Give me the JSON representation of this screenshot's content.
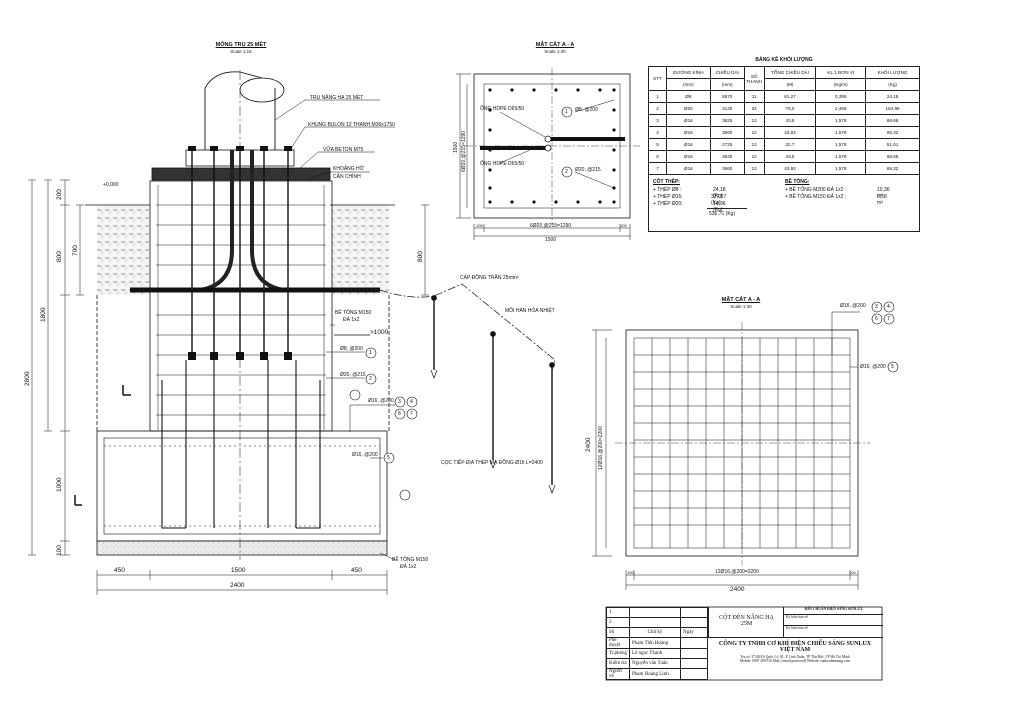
{
  "titles": {
    "main": "MÓNG TRỤ 25 MÉT",
    "main_scale": "Scale 1:15",
    "section_top": "MẶT CẮT A - A",
    "section_top_scale": "Scale 1:30",
    "section_right": "MẶT CẮT A - A",
    "section_right_scale": "Scale 1:30"
  },
  "main_labels": {
    "pole": "TRỤ NÂNG HẠ 25 MÉT",
    "bolt_frame": "KHUNG BULON 12 THANH M36x1750",
    "grout": "VỮA BETON M75",
    "gap": "KHOẢNG HỞ",
    "gap2": "CĂN CHỈNH",
    "ground_level": "+0,000",
    "copper_cable": "CÁP ĐỒNG TRẦN 25mm²",
    "weld": "MỐI HÀN HÓA NHIỆT",
    "ground_rod": "CỌC TIẾP ĐỊA THÉP MẠ ĐỒNG Ø16 L=2400",
    "concrete_m150_top": "BÊ TÔNG M150",
    "concrete_m150_top2": "ĐÁ 1x2",
    "gt1000": ">1000",
    "rebar_8": "Ø8, @200",
    "rebar_20": "Ø20, @215",
    "rebar_16a": "Ø16, @200",
    "rebar_16b": "Ø16, @200",
    "concrete_m150_bot": "BÊ TÔNG M150",
    "concrete_m150_bot2": "ĐÁ 1x2"
  },
  "main_dims": {
    "h200": "200",
    "h700": "700",
    "h800": "800",
    "h800r": "800",
    "h1800": "1800",
    "h2800": "2800",
    "h1000": "1000",
    "h100": "100",
    "w450a": "450",
    "w1500": "1500",
    "w450b": "450",
    "w2400": "2400"
  },
  "section_top_labels": {
    "hdpe1": "ỐNG HDPE D65/50",
    "hdpe2": "ỐNG HDPE D65/50",
    "r8": "Ø8, @200",
    "r20": "Ø20, @215",
    "dim_bottom": "6Ø20,@215=1290",
    "dim_1500": "1500",
    "dim_left": "1500",
    "dim_left_inner": "6Ø20,@215=1290",
    "d105a": "105",
    "d105b": "105"
  },
  "section_right_labels": {
    "r16a": "Ø16, @200",
    "r16b": "Ø16, @200",
    "dim_2400h": "2400",
    "dim_inner_h": "12Ø16,@200=2200",
    "dim_2400v": "2400",
    "dim_inner_v": "12Ø16,@200=2200",
    "d100a": "100",
    "d100b": "100"
  },
  "callouts": {
    "c1": "1",
    "c2": "2",
    "c3": "3",
    "c4": "4",
    "c5": "5",
    "c6": "6",
    "c7": "7",
    "c8": "8"
  },
  "quantity_table": {
    "title": "BẢNG KÊ KHỐI LƯỢNG",
    "headers": [
      "STT",
      "ĐƯỜNG KÍNH",
      "CHIỀU DÀI",
      "SỐ THANH",
      "TỔNG CHIỀU DÀI",
      "KL 1 ĐƠN VỊ",
      "KHỐI LƯỢNG"
    ],
    "units": [
      "(mm)",
      "(mm)",
      "(M)",
      "(Kg/m)",
      "(Kg)"
    ],
    "rows": [
      [
        "1",
        "Ø8",
        "5570",
        "11",
        "61,27",
        "0,395",
        "24,18"
      ],
      [
        "2",
        "Ø20",
        "3125",
        "24",
        "75,0",
        "2,466",
        "184,96"
      ],
      [
        "3",
        "Ø16",
        "3625",
        "12",
        "43,5",
        "1,578",
        "68,66"
      ],
      [
        "4",
        "Ø16",
        "3660",
        "12",
        "43,92",
        "1,578",
        "69,32"
      ],
      [
        "5",
        "Ø16",
        "2725",
        "12",
        "32,7",
        "1,578",
        "51,61"
      ],
      [
        "6",
        "Ø16",
        "3625",
        "12",
        "43,5",
        "1,578",
        "68,66"
      ],
      [
        "7",
        "Ø16",
        "3660",
        "12",
        "43,92",
        "1,578",
        "69,32"
      ]
    ],
    "steel_title": "CỐT THÉP:",
    "steel": [
      [
        "+ THÉP Ø8 :",
        "24,18 (Kg)"
      ],
      [
        "+ THÉP Ø16:",
        "327,57 (Kg)"
      ],
      [
        "+ THÉP Ø20:",
        "14,96 (Kg)"
      ]
    ],
    "steel_total": "536,71 (Kg)",
    "concrete_title": "BÊ TÔNG:",
    "concrete": [
      [
        "+ BÊ TÔNG M200 ĐÁ 1x2 :",
        "10,36 m³"
      ],
      [
        "+ BÊ TÔNG M150 ĐÁ 1x2 :",
        "0,58 m³"
      ]
    ]
  },
  "title_block": {
    "col_so": "Số",
    "col_chuky": "Chữ ký",
    "col_ngay": "Ngày",
    "rows": [
      [
        "Phê duyệt",
        "Phạm Tiến Hoàng"
      ],
      [
        "Tr.phòng",
        "Lê ngọc Thanh"
      ],
      [
        "Kiểm tra",
        "Nguyễn văn Tuấn"
      ],
      [
        "Người vẽ",
        "Phạm Hoàng Linh"
      ]
    ],
    "drawing_name": "CỘT ĐÈN NÂNG HẠ",
    "drawing_name2": "25M",
    "small1": "BẢN CHUẨN ĐIỆN SẢNG SUNLUX",
    "small2": "Ký hiệu bản vẽ",
    "small3": "Ký hiệu bản vẽ",
    "company": "CÔNG TY TNHH CƠ KHÍ ĐIỆN CHIẾU SÁNG SUNLUX",
    "country": "VIỆT NAM",
    "addr": "Trụ sở: 27/40/4A Quốc Lộ 1K, P. Linh Xuân, TP Thủ Đức, TP Hồ Chí Minh",
    "contact": "Mobile: 0907 499 916   Mail: [email protected]   Website: sunluxdenmang.com",
    "tick1": "1",
    "tick2": "2"
  }
}
